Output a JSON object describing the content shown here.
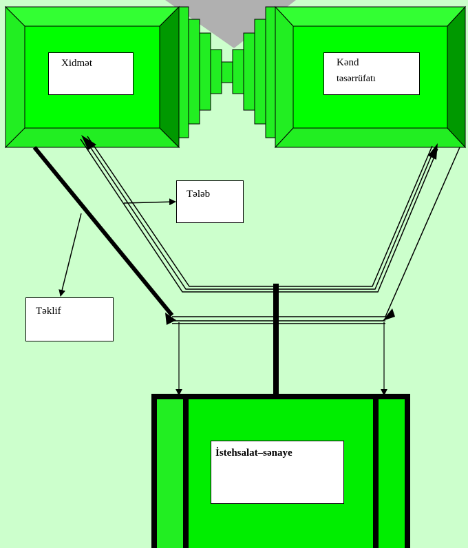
{
  "diagram": {
    "boxes": {
      "xidmet": "Xidmət",
      "kend_line1": "Kənd",
      "kend_line2": "təsərrüfatı",
      "istehsalat": "İstehsalat–sənaye"
    },
    "labels": {
      "teleb": "Tələb",
      "teklif": "Təklif"
    }
  },
  "colors": {
    "background": "#ccffcc",
    "green_light": "#33ff33",
    "green_dark": "#009900",
    "green_face": "#00ff00",
    "gray_triangle": "#b0b0b0"
  }
}
